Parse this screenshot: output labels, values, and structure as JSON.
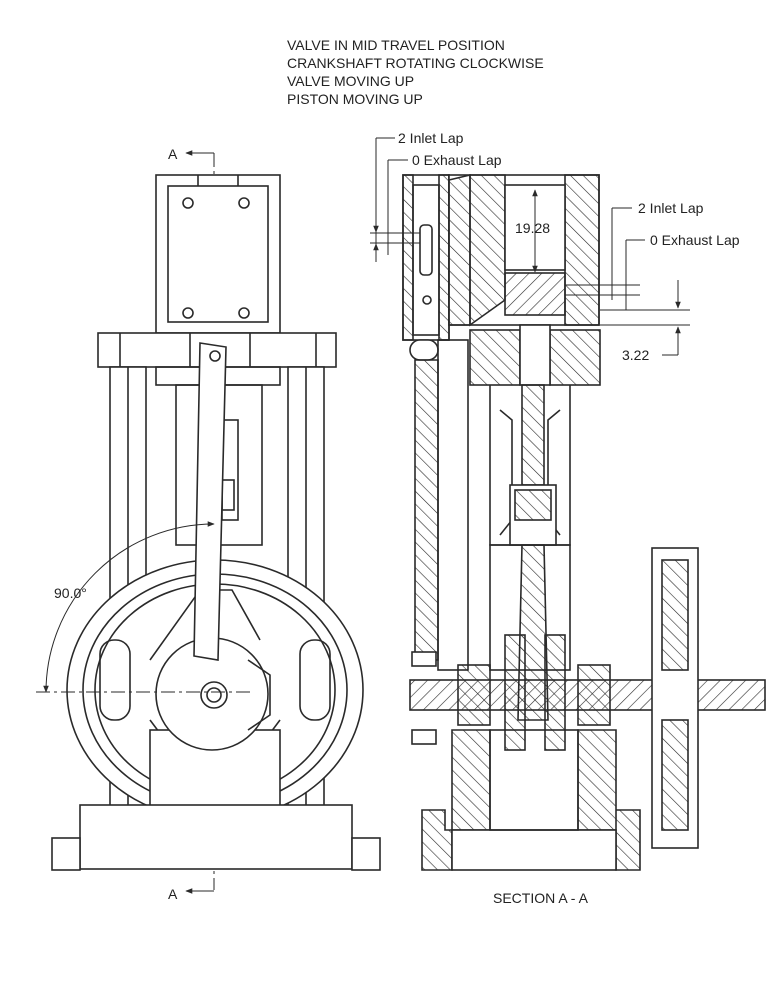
{
  "notes": {
    "line1": "VALVE IN MID TRAVEL POSITION",
    "line2": "CRANKSHAFT ROTATING CLOCKWISE",
    "line3": "VALVE  MOVING UP",
    "line4": "PISTON MOVING UP"
  },
  "section_markers": {
    "top": "A",
    "bottom": "A"
  },
  "angle_label": "90.0°",
  "section_title": "SECTION A - A",
  "dimensions": {
    "valve_inlet_lap": "2 Inlet Lap",
    "valve_exhaust_lap": "0 Exhaust Lap",
    "piston_inlet_lap": "2 Inlet Lap",
    "piston_exhaust_lap": "0 Exhaust Lap",
    "stroke_gap": "19.28",
    "clearance": "3.22"
  }
}
